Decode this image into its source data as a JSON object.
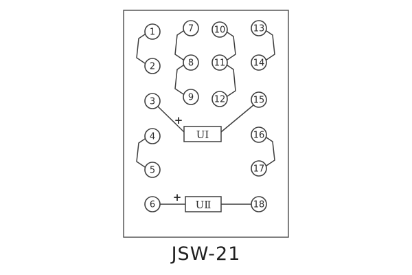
{
  "diagram": {
    "title": "JSW-21",
    "terminals": [
      {
        "label": "1"
      },
      {
        "label": "2"
      },
      {
        "label": "3"
      },
      {
        "label": "4"
      },
      {
        "label": "5"
      },
      {
        "label": "6"
      },
      {
        "label": "7"
      },
      {
        "label": "8"
      },
      {
        "label": "9"
      },
      {
        "label": "10"
      },
      {
        "label": "11"
      },
      {
        "label": "12"
      },
      {
        "label": "13"
      },
      {
        "label": "14"
      },
      {
        "label": "15"
      },
      {
        "label": "16"
      },
      {
        "label": "17"
      },
      {
        "label": "18"
      }
    ],
    "components": {
      "u1": {
        "label": "UⅠ",
        "plus": "+"
      },
      "u2": {
        "label": "UⅡ",
        "plus": "+"
      }
    }
  }
}
